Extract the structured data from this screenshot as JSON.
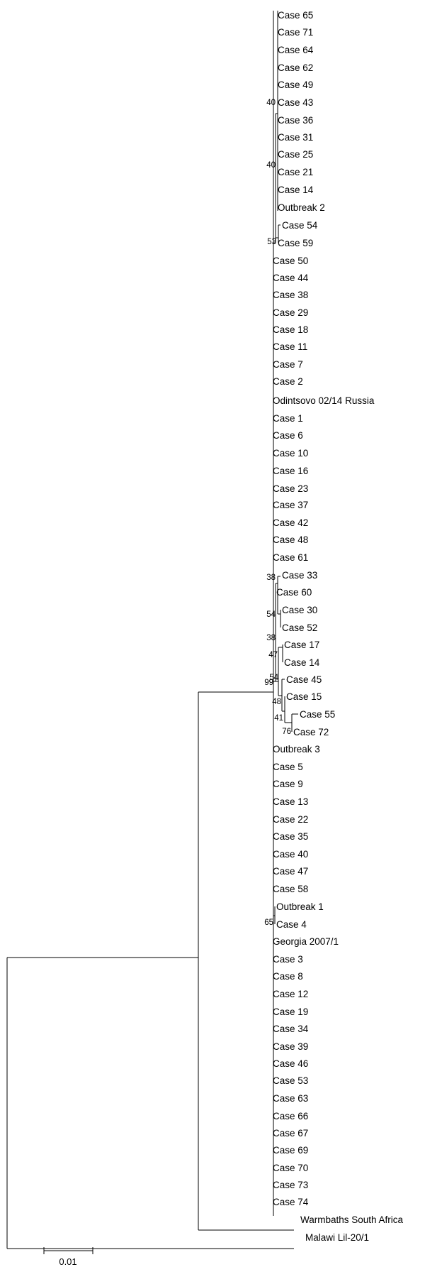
{
  "tree": {
    "leaves": [
      "Case 65",
      "Case 71",
      "Case 64",
      "Case 62",
      "Case 49",
      "Case 43",
      "Case 36",
      "Case 31",
      "Case 25",
      "Case 21",
      "Case 14",
      "Outbreak 2",
      "Case 54",
      "Case 59",
      "Case 50",
      "Case 44",
      "Case 38",
      "Case 29",
      "Case 18",
      "Case 11",
      "Case 7",
      "Case 2",
      "Odintsovo 02/14 Russia",
      "Case 1",
      "Case 6",
      "Case 10",
      "Case 16",
      "Case 23",
      "Case 37",
      "Case 42",
      "Case 48",
      "Case 61",
      "Case 33",
      "Case 60",
      "Case 30",
      "Case 52",
      "Case 17",
      "Case 14",
      "Case 45",
      "Case 15",
      "Case 55",
      "Case 72",
      "Outbreak 3",
      "Case 5",
      "Case 9",
      "Case 13",
      "Case 22",
      "Case 35",
      "Case 40",
      "Case 47",
      "Case 58",
      "Outbreak 1",
      "Case 4",
      "Georgia 2007/1",
      "Case 3",
      "Case 8",
      "Case 12",
      "Case 19",
      "Case 34",
      "Case 39",
      "Case 46",
      "Case 53",
      "Case 63",
      "Case 66",
      "Case 67",
      "Case 69",
      "Case 70",
      "Case 73",
      "Case 74",
      "Warmbaths South Africa",
      "Malawi Lil-20/1"
    ],
    "support_values": [
      "40",
      "40",
      "53",
      "38",
      "54",
      "38",
      "47",
      "54",
      "99",
      "48",
      "41",
      "76",
      "65"
    ],
    "scale_bar_label": "0.01"
  }
}
